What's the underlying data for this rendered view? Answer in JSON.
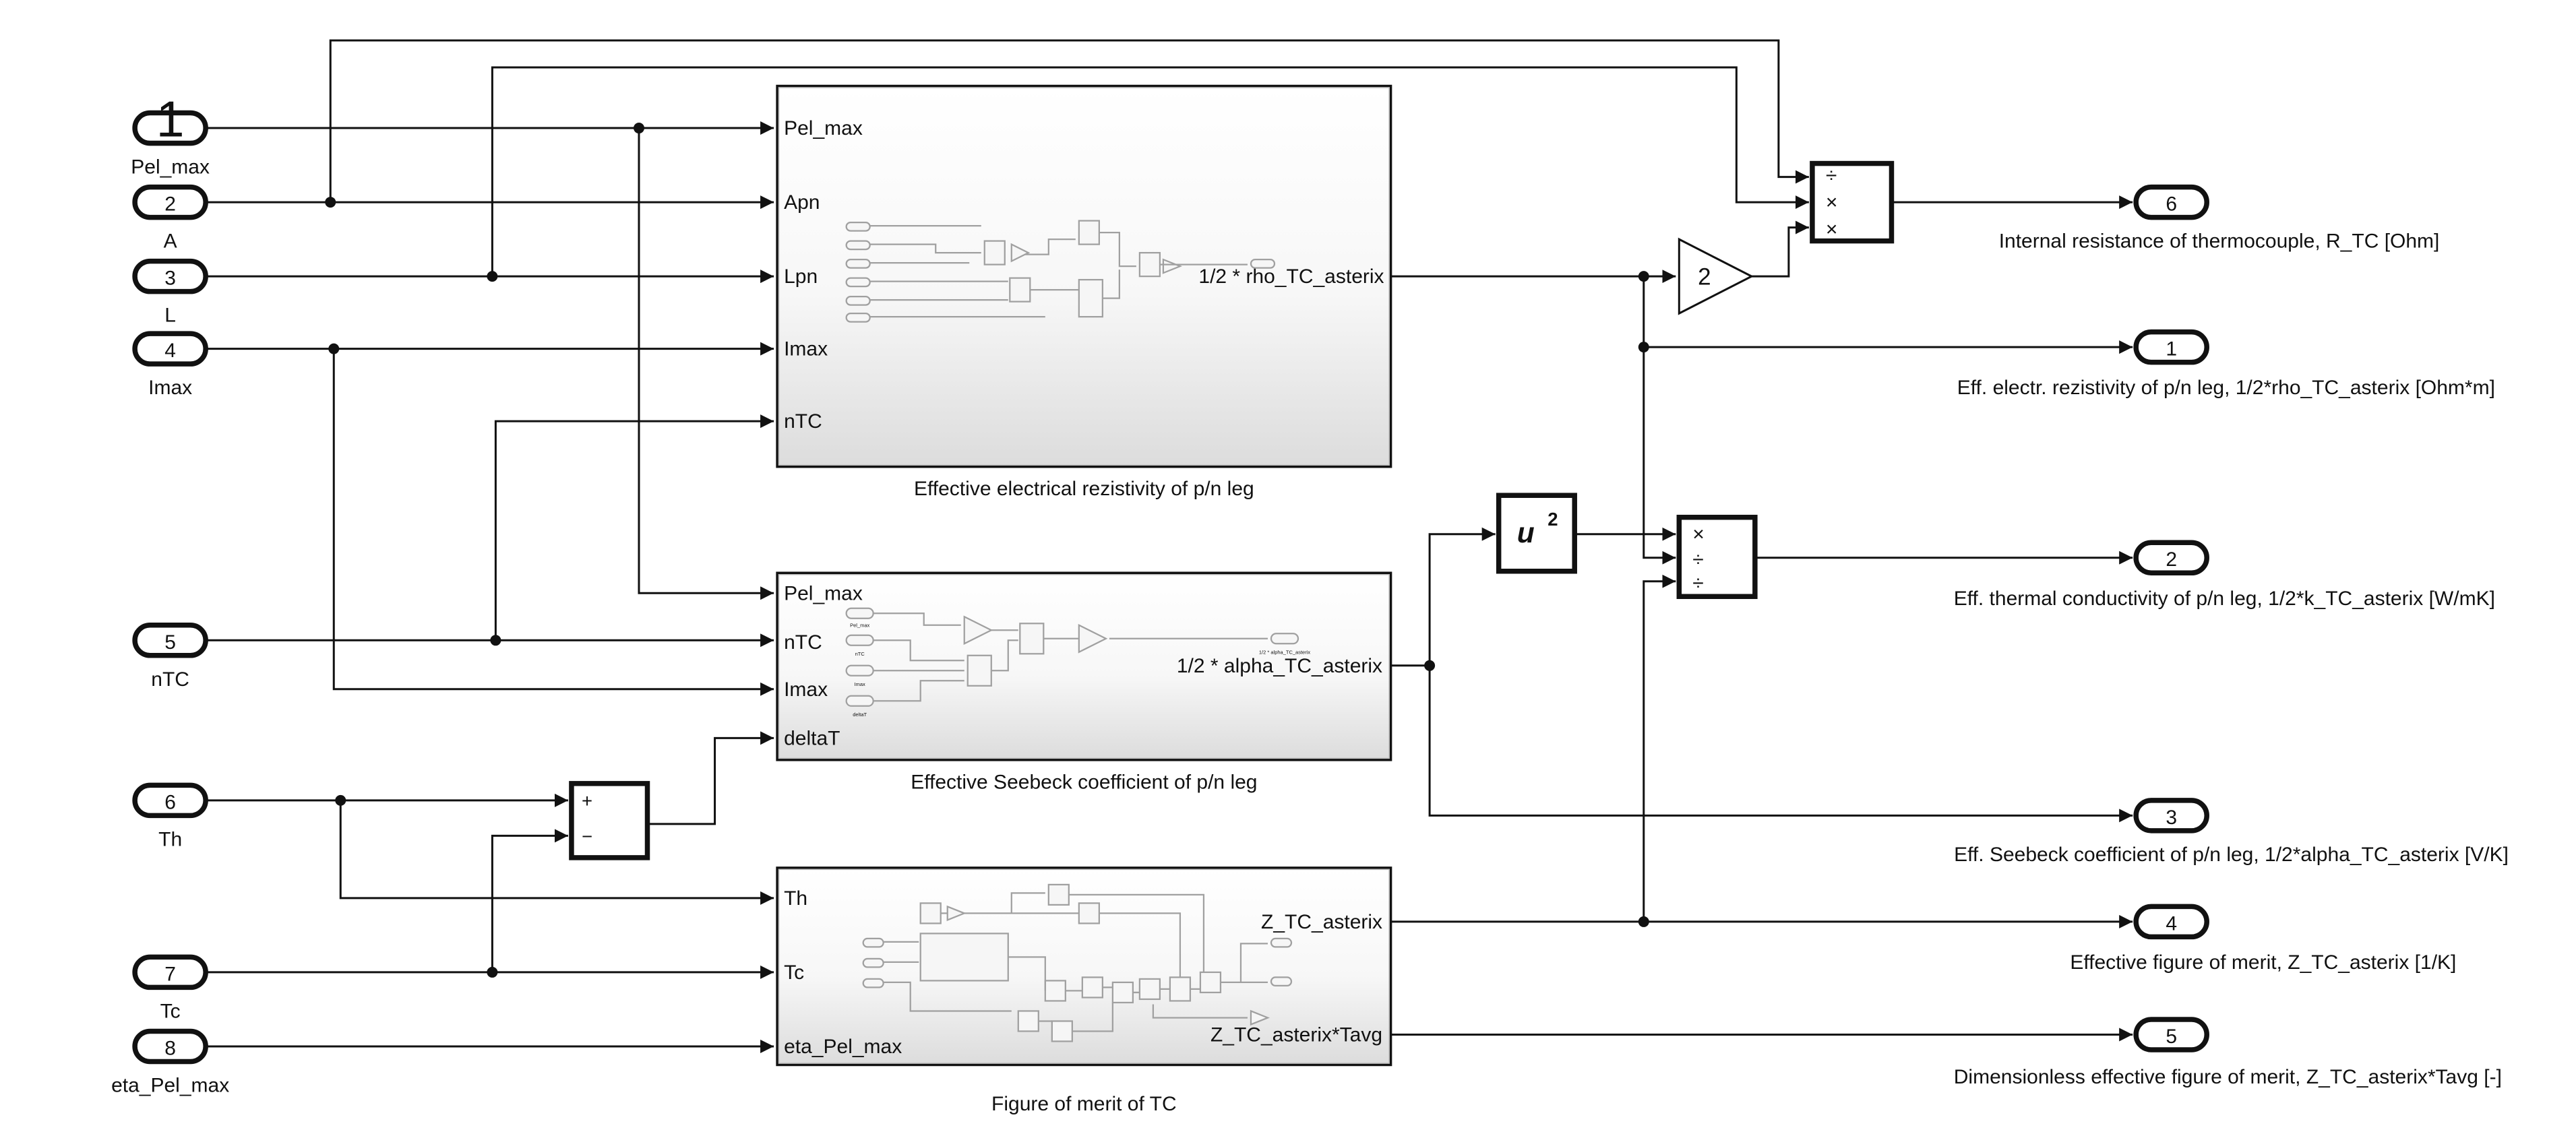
{
  "inports": [
    {
      "num": "1",
      "name": "Pel_max"
    },
    {
      "num": "2",
      "name": "A"
    },
    {
      "num": "3",
      "name": "L"
    },
    {
      "num": "4",
      "name": "Imax"
    },
    {
      "num": "5",
      "name": "nTC"
    },
    {
      "num": "6",
      "name": "Th"
    },
    {
      "num": "7",
      "name": "Tc"
    },
    {
      "num": "8",
      "name": "eta_Pel_max"
    }
  ],
  "subsystem_rho": {
    "title": "Effective electrical rezistivity of p/n leg",
    "inputs": [
      "Pel_max",
      "Apn",
      "Lpn",
      "Imax",
      "nTC"
    ],
    "output": "1/2 * rho_TC_asterix"
  },
  "subsystem_alpha": {
    "title": "Effective Seebeck coefficient of p/n leg",
    "inputs": [
      "Pel_max",
      "nTC",
      "Imax",
      "deltaT"
    ],
    "output": "1/2 * alpha_TC_asterix",
    "mini_in": [
      "Pel_max",
      "nTC",
      "Imax",
      "deltaT"
    ],
    "mini_out": "1/2 * alpha_TC_asterix"
  },
  "subsystem_z": {
    "title": "Figure of merit of TC",
    "inputs": [
      "Th",
      "Tc",
      "eta_Pel_max"
    ],
    "outputs": [
      "Z_TC_asterix",
      "Z_TC_asterix*Tavg"
    ]
  },
  "gain": {
    "value": "2"
  },
  "square": {
    "base": "u",
    "exponent": "2"
  },
  "sum": {
    "signs": [
      "+",
      "−"
    ]
  },
  "product_r": {
    "ops": [
      "÷",
      "×",
      "×"
    ]
  },
  "product_k": {
    "ops": [
      "×",
      "÷",
      "÷"
    ]
  },
  "outports": [
    {
      "num": "6",
      "label": "Internal resistance of thermocouple, R_TC [Ohm]"
    },
    {
      "num": "1",
      "label": "Eff. electr. rezistivity of p/n leg, 1/2*rho_TC_asterix [Ohm*m]"
    },
    {
      "num": "2",
      "label": "Eff. thermal conductivity of p/n leg, 1/2*k_TC_asterix [W/mK]"
    },
    {
      "num": "3",
      "label": "Eff. Seebeck coefficient of p/n leg, 1/2*alpha_TC_asterix [V/K]"
    },
    {
      "num": "4",
      "label": "Effective figure of merit, Z_TC_asterix [1/K]"
    },
    {
      "num": "5",
      "label": "Dimensionless effective figure of merit, Z_TC_asterix*Tavg [-]"
    }
  ]
}
